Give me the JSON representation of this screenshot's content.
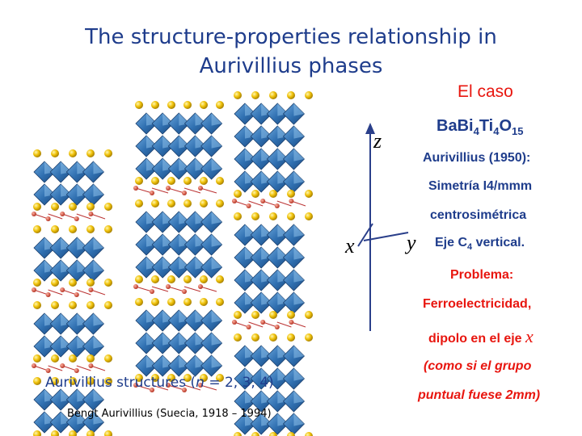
{
  "title": {
    "line1": "The structure-properties relationship in",
    "line2": "Aurivillius phases"
  },
  "right": {
    "el_caso": "El caso",
    "formula": {
      "p1": "Ba",
      "p2": "Bi",
      "s1": "4",
      "p3": "Ti",
      "s2": "4",
      "p4": "O",
      "s3": "15"
    },
    "aurivillius_year": "Aurivillius (1950):",
    "simetria": "Simetría  I4/mmm",
    "centro": "centrosimétrica",
    "eje_pre": "Eje C",
    "eje_sub": "4",
    "eje_post": " vertical.",
    "problema": "Problema:",
    "ferro": "Ferroelectricidad,",
    "dipolo_text": "dipolo en el eje ",
    "dipolo_axis": "x",
    "como": "(como si el grupo",
    "puntual": "puntual fuese 2mm)"
  },
  "axes": {
    "z": "z",
    "x": "x",
    "y": "y"
  },
  "caption": {
    "pre": "Aurivillius structures (",
    "n": "n",
    "post": " = 2, 3, 4)",
    "bengt": "Bengt Aurivillius (Suecia, 1918 – 1994)"
  },
  "colors": {
    "title": "#1f3d8c",
    "red_text": "#e8160f",
    "octahedron": "#2f6fb0",
    "bismuth": "#f0c20a",
    "oxygen_red": "#d23c2c",
    "interlayer": "#e0a020"
  }
}
